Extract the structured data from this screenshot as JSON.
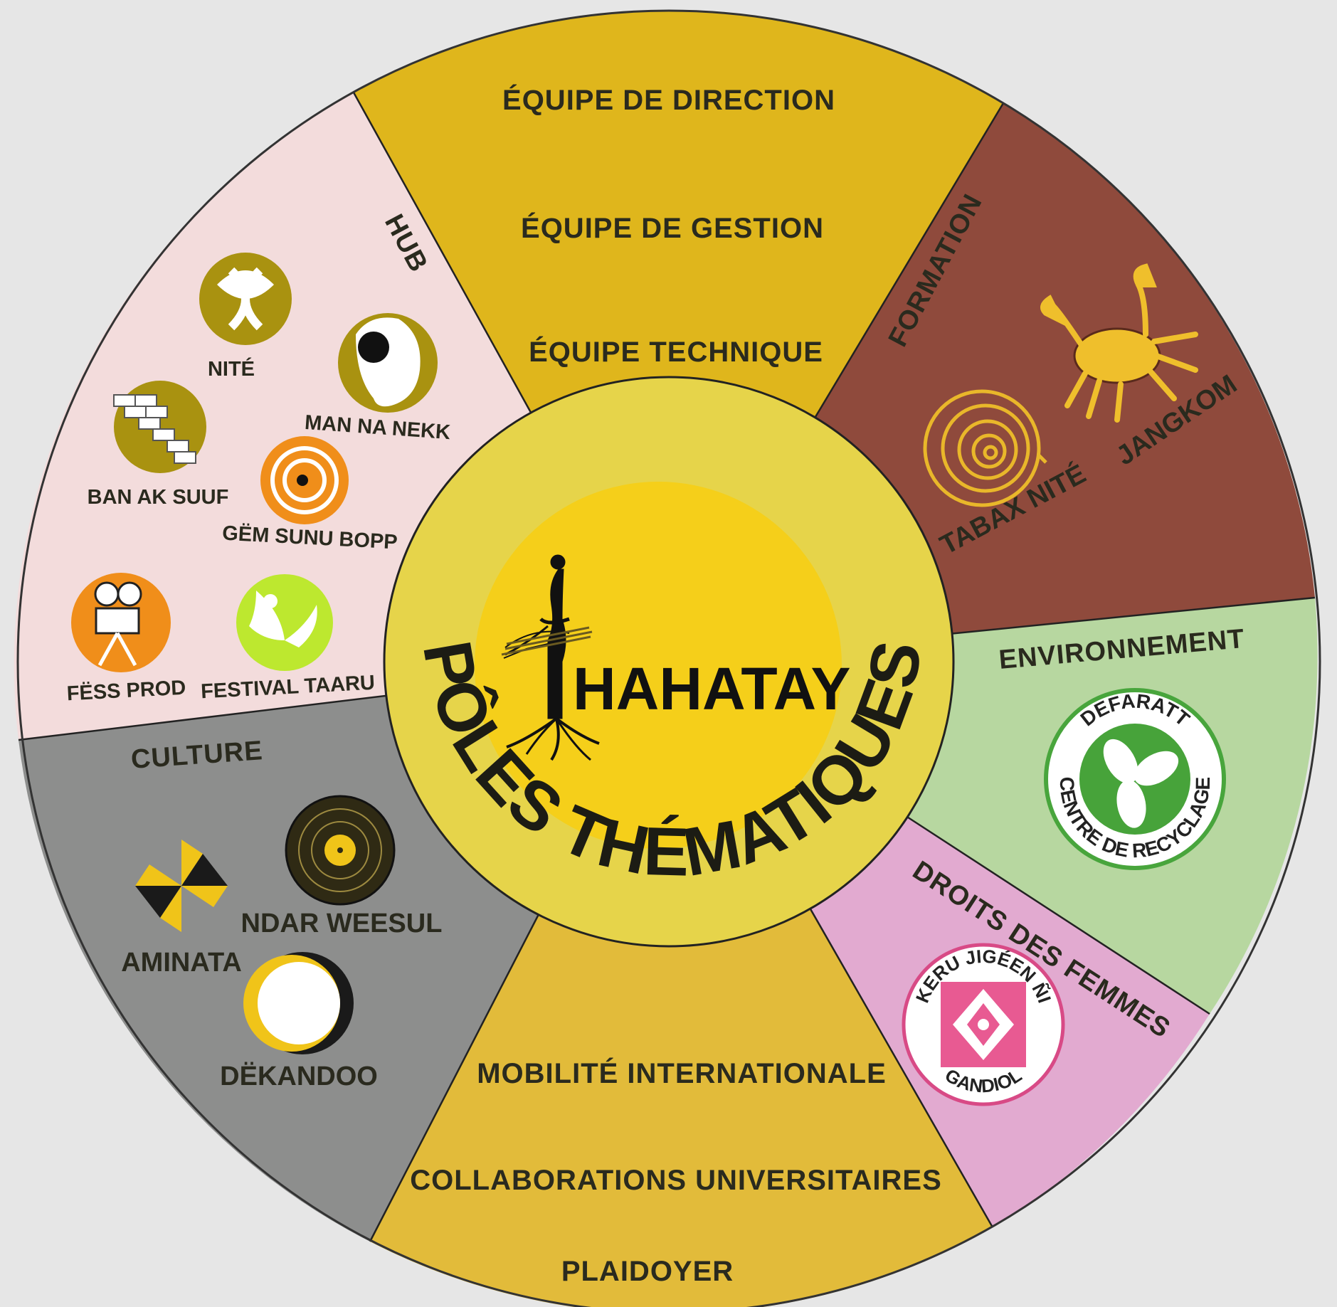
{
  "center": {
    "brand": "HAHATAY",
    "ring_title": "PÔLES THÉMATIQUES"
  },
  "segments": {
    "top": {
      "items": [
        "ÉQUIPE DE DIRECTION",
        "ÉQUIPE DE GESTION",
        "ÉQUIPE TECHNIQUE"
      ]
    },
    "formation": {
      "title": "FORMATION",
      "items": [
        "TABAX NITÉ",
        "JANGKOM"
      ]
    },
    "environnement": {
      "title": "ENVIRONNEMENT",
      "badge_top": "DEFARATT",
      "badge_bottom": "CENTRE DE RECYCLAGE"
    },
    "droits": {
      "title": "DROITS DES FEMMES",
      "badge_top": "KERU JIGÉEN ÑI",
      "badge_bottom": "GANDIOL"
    },
    "bottom": {
      "items": [
        "MOBILITÉ INTERNATIONALE",
        "COLLABORATIONS UNIVERSITAIRES",
        "PLAIDOYER"
      ]
    },
    "culture": {
      "title": "CULTURE",
      "items": [
        "NDAR WEESUL",
        "AMINATA",
        "DËKANDOO"
      ]
    },
    "hub": {
      "title": "HUB",
      "items": [
        "NITÉ",
        "MAN NA NEKK",
        "BAN AK SUUF",
        "GËM SUNU BOPP",
        "FËSS PROD",
        "FESTIVAL TAARU"
      ]
    }
  },
  "colors": {
    "background": "#e6e6e6",
    "top": "#dfb61c",
    "formation": "#8f4a3c",
    "environnement": "#b7d7a0",
    "droits": "#e2aad0",
    "bottom": "#e2bb3a",
    "culture": "#8d8e8d",
    "hub": "#f3dcdc",
    "ring": "#e6d44a",
    "center": "#f5cf1a",
    "olive": "#a99210",
    "orange": "#f08e1a",
    "lime": "#bde82f"
  }
}
